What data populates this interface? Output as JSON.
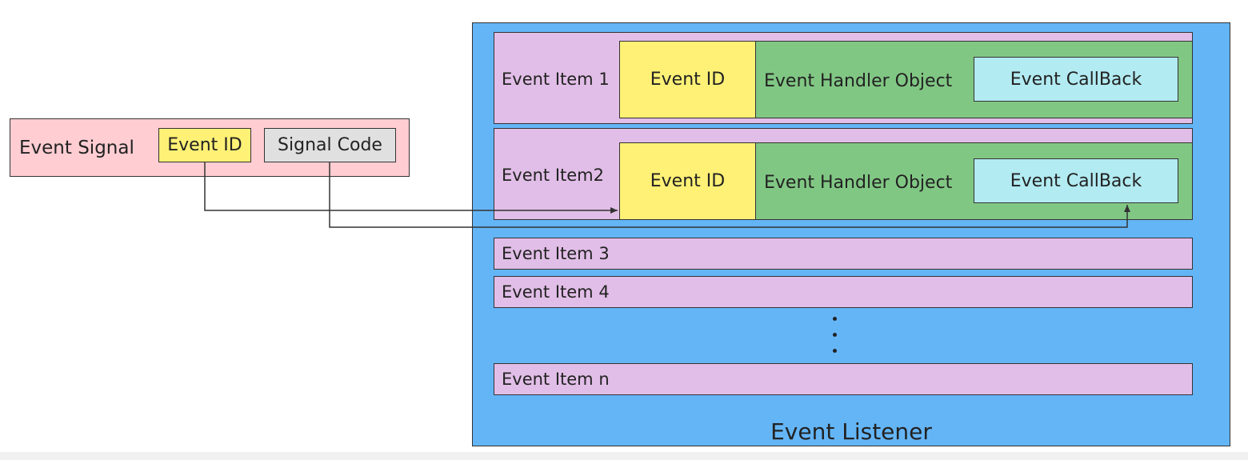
{
  "signal": {
    "label": "Event Signal",
    "event_id": "Event ID",
    "signal_code": "Signal Code"
  },
  "listener": {
    "title": "Event Listener",
    "items": [
      {
        "label": "Event Item 1",
        "event_id": "Event ID",
        "handler": "Event Handler Object",
        "callback": "Event CallBack"
      },
      {
        "label": "Event Item2",
        "event_id": "Event ID",
        "handler": "Event Handler Object",
        "callback": "Event CallBack"
      },
      {
        "label": "Event Item 3"
      },
      {
        "label": "Event Item 4"
      },
      {
        "label": "Event Item n"
      }
    ]
  },
  "colors": {
    "signal_bg": "#ffcdd2",
    "event_id_bg": "#fff176",
    "signal_code_bg": "#e0e0e0",
    "listener_bg": "#64b5f6",
    "item_bg": "#e1bee7",
    "handler_bg": "#81c784",
    "callback_bg": "#b2ebf2"
  }
}
